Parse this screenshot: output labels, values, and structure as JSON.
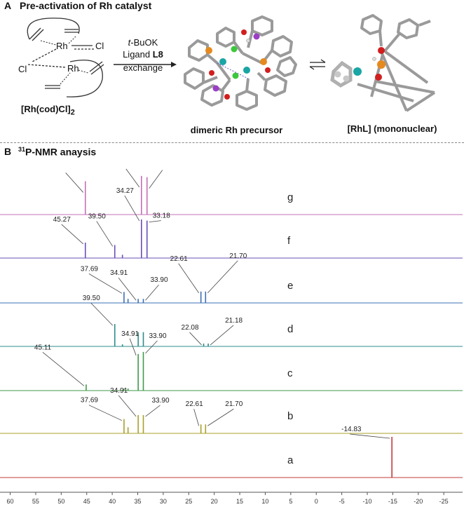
{
  "panel_a": {
    "label": "A",
    "title": "Pre-activation of Rh catalyst",
    "rh_label_1": "Rh",
    "rh_label_2": "Rh",
    "cl_label_1": "Cl",
    "cl_label_2": "Cl",
    "complex_formula": "[Rh(cod)Cl]",
    "complex_subscript": "2",
    "reagent_prefix": "t",
    "reagent_rest": "-BuOK",
    "ligand_prefix": "Ligand ",
    "ligand_bold": "L8",
    "exchange": "exchange",
    "dimer_caption": "dimeric Rh precursor",
    "mono_caption": "[RhL] (mononuclear)"
  },
  "panel_b": {
    "label": "B",
    "superscript": "31",
    "title": "P-NMR anaysis"
  },
  "chart_data": {
    "type": "line",
    "xlabel": "",
    "x_ticks": [
      60,
      55,
      50,
      45,
      40,
      35,
      30,
      25,
      20,
      15,
      10,
      5,
      0,
      -5,
      -10,
      -15,
      -20,
      -25
    ],
    "xlim": [
      62,
      -28
    ],
    "series": [
      {
        "name": "g",
        "color": "#c46fb4",
        "peaks": [
          {
            "ppm": 45.27,
            "h": 0.82
          },
          {
            "ppm": 34.27,
            "h": 0.95
          },
          {
            "ppm": 33.18,
            "h": 0.92
          }
        ],
        "labels": []
      },
      {
        "name": "f",
        "color": "#6a4fb5",
        "peaks": [
          {
            "ppm": 45.27,
            "h": 0.38
          },
          {
            "ppm": 39.5,
            "h": 0.32
          },
          {
            "ppm": 38.0,
            "h": 0.08
          },
          {
            "ppm": 34.27,
            "h": 0.95
          },
          {
            "ppm": 33.18,
            "h": 0.92
          }
        ],
        "labels": [
          "45.27",
          "39.50",
          "34.27",
          "33.18"
        ]
      },
      {
        "name": "e",
        "color": "#3d6fb3",
        "peaks": [
          {
            "ppm": 37.69,
            "h": 0.27
          },
          {
            "ppm": 36.9,
            "h": 0.1
          },
          {
            "ppm": 34.91,
            "h": 0.1
          },
          {
            "ppm": 33.9,
            "h": 0.1
          },
          {
            "ppm": 22.61,
            "h": 0.28
          },
          {
            "ppm": 21.7,
            "h": 0.28
          }
        ],
        "labels": [
          "37.69",
          "34.91",
          "33.90",
          "22.61",
          "21.70"
        ]
      },
      {
        "name": "d",
        "color": "#2e8c8a",
        "peaks": [
          {
            "ppm": 39.5,
            "h": 0.55
          },
          {
            "ppm": 38.0,
            "h": 0.05
          },
          {
            "ppm": 34.91,
            "h": 0.35
          },
          {
            "ppm": 33.9,
            "h": 0.35
          },
          {
            "ppm": 22.08,
            "h": 0.07
          },
          {
            "ppm": 21.18,
            "h": 0.07
          }
        ],
        "labels": [
          "39.50",
          "22.08",
          "21.18"
        ]
      },
      {
        "name": "c",
        "color": "#3f9a4a",
        "peaks": [
          {
            "ppm": 45.11,
            "h": 0.15
          },
          {
            "ppm": 37.69,
            "h": 0.05
          },
          {
            "ppm": 36.9,
            "h": 0.05
          },
          {
            "ppm": 34.91,
            "h": 0.9
          },
          {
            "ppm": 33.9,
            "h": 0.95
          }
        ],
        "labels": [
          "45.11",
          "34.91",
          "33.90"
        ]
      },
      {
        "name": "b",
        "color": "#a8a02a",
        "peaks": [
          {
            "ppm": 37.69,
            "h": 0.35
          },
          {
            "ppm": 36.9,
            "h": 0.15
          },
          {
            "ppm": 34.91,
            "h": 0.45
          },
          {
            "ppm": 33.9,
            "h": 0.45
          },
          {
            "ppm": 22.61,
            "h": 0.22
          },
          {
            "ppm": 21.7,
            "h": 0.22
          }
        ],
        "labels": [
          "37.69",
          "34.91",
          "33.90",
          "22.61",
          "21.70"
        ]
      },
      {
        "name": "a",
        "color": "#c23a3a",
        "peaks": [
          {
            "ppm": -14.83,
            "h": 1.0
          }
        ],
        "labels": [
          "-14.83"
        ]
      }
    ]
  }
}
